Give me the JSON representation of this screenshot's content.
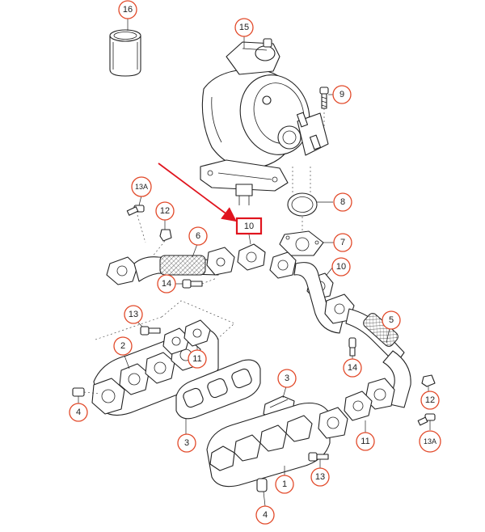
{
  "diagram": {
    "callouts": [
      {
        "id": "c16",
        "label": "16"
      },
      {
        "id": "c15",
        "label": "15"
      },
      {
        "id": "c9",
        "label": "9"
      },
      {
        "id": "c13a-top",
        "label": "13A"
      },
      {
        "id": "c12-top",
        "label": "12"
      },
      {
        "id": "c10-boxed",
        "label": "10"
      },
      {
        "id": "c8",
        "label": "8"
      },
      {
        "id": "c6",
        "label": "6"
      },
      {
        "id": "c7",
        "label": "7"
      },
      {
        "id": "c10-right",
        "label": "10"
      },
      {
        "id": "c14-left",
        "label": "14"
      },
      {
        "id": "c13-left",
        "label": "13"
      },
      {
        "id": "c2",
        "label": "2"
      },
      {
        "id": "c11-top",
        "label": "11"
      },
      {
        "id": "c5",
        "label": "5"
      },
      {
        "id": "c14-right",
        "label": "14"
      },
      {
        "id": "c3-right",
        "label": "3"
      },
      {
        "id": "c4-left",
        "label": "4"
      },
      {
        "id": "c12-right",
        "label": "12"
      },
      {
        "id": "c3-left",
        "label": "3"
      },
      {
        "id": "c11-bottom",
        "label": "11"
      },
      {
        "id": "c13a-bottom",
        "label": "13A"
      },
      {
        "id": "c13-bottom",
        "label": "13"
      },
      {
        "id": "c1",
        "label": "1"
      },
      {
        "id": "c4-bottom",
        "label": "4"
      }
    ],
    "highlight_color": "#e0141e",
    "callout_color": "#e24a2a"
  }
}
